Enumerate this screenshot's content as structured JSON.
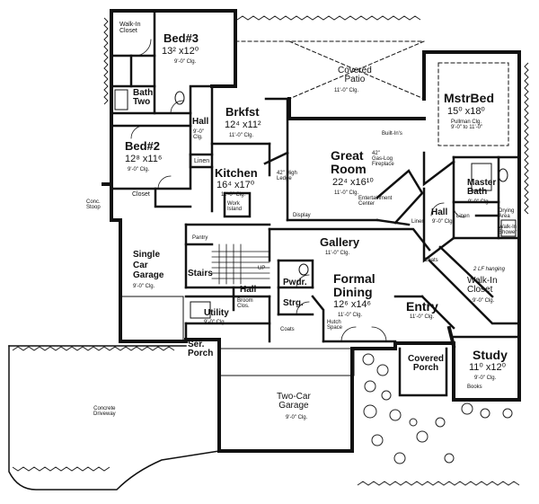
{
  "rooms": {
    "bed3": {
      "name": "Bed#3",
      "dim": "13² x12⁰",
      "clg": "9'-0\" Clg."
    },
    "walkin_closet_top": {
      "name": "Walk-In\nCloset"
    },
    "bath_two": {
      "name": "Bath\nTwo"
    },
    "hall_top": {
      "name": "Hall",
      "clg": "9'-0\"\nClg."
    },
    "bed2": {
      "name": "Bed#2",
      "dim": "12⁸ x11⁶",
      "clg": "9'-0\" Clg."
    },
    "closet_bed2": {
      "name": "Closet"
    },
    "linen_top": {
      "name": "Linen"
    },
    "brkfst": {
      "name": "Brkfst",
      "dim": "12⁴ x11²",
      "clg": "11'-0\" Clg."
    },
    "kitchen": {
      "name": "Kitchen",
      "dim": "16⁴ x17⁰",
      "clg": "11'-0\" Clg."
    },
    "work_island": {
      "name": "Work\nIsland"
    },
    "high_ledge": {
      "name": "42\" High\nLedge"
    },
    "covered_patio": {
      "name": "Covered\nPatio",
      "clg": "11'-0\" Clg."
    },
    "great_room": {
      "name": "Great\nRoom",
      "dim": "22⁴ x16¹⁰",
      "clg": "11'-0\" Clg."
    },
    "built_ins": {
      "name": "Built-In's"
    },
    "fireplace": {
      "name": "42\"\nGas-Log\nFireplace"
    },
    "entertainment": {
      "name": "Entertainment\nCenter"
    },
    "display": {
      "name": "Display"
    },
    "mstr_bed": {
      "name": "MstrBed",
      "dim": "15⁰ x18⁰",
      "clg": "Pullman Clg.\n9'-0\" to 11'-0\""
    },
    "master_bath": {
      "name": "Master\nBath",
      "clg": "9'-0\" Clg."
    },
    "drying_area": {
      "name": "Drying\nArea"
    },
    "walkin_shower": {
      "name": "Walk-In\nShower"
    },
    "linen_right": {
      "name": "Linen"
    },
    "linen_mid": {
      "name": "Linen"
    },
    "hall_right": {
      "name": "Hall",
      "clg": "9'-0\" Clg."
    },
    "walkin_closet_right": {
      "name": "Walk-In\nCloset",
      "clg": "9'-0\" Clg.",
      "note": "2 LF hanging"
    },
    "conc_stoop": {
      "name": "Conc.\nStoop"
    },
    "single_garage": {
      "name": "Single\nCar\nGarage",
      "clg": "9'-0\" Clg."
    },
    "pantry": {
      "name": "Pantry"
    },
    "stairs": {
      "name": "Stairs"
    },
    "up": {
      "name": "UP"
    },
    "gallery": {
      "name": "Gallery",
      "clg": "11'-0\" Clg."
    },
    "pwdr": {
      "name": "Pwdr."
    },
    "strg": {
      "name": "Strg."
    },
    "formal_dining": {
      "name": "Formal\nDining",
      "dim": "12⁶ x14⁶",
      "clg": "11'-0\" Clg."
    },
    "hutch": {
      "name": "Hutch\nSpace"
    },
    "coats_right": {
      "name": "Coats"
    },
    "entry": {
      "name": "Entry",
      "clg": "11'-0\" Clg."
    },
    "hall_mid": {
      "name": "Hall"
    },
    "broom": {
      "name": "Broom\nClos."
    },
    "utility": {
      "name": "Utility",
      "clg": "9'-0\" Clg."
    },
    "coats_mid": {
      "name": "Coats"
    },
    "ser_porch": {
      "name": "Ser.\nPorch"
    },
    "covered_porch": {
      "name": "Covered\nPorch"
    },
    "study": {
      "name": "Study",
      "dim": "11⁰ x12⁰",
      "clg": "9'-0\" Clg."
    },
    "books": {
      "name": "Books"
    },
    "two_car_garage": {
      "name": "Two-Car\nGarage",
      "clg": "9'-0\" Clg."
    },
    "driveway": {
      "name": "Concrete\nDriveway"
    }
  }
}
